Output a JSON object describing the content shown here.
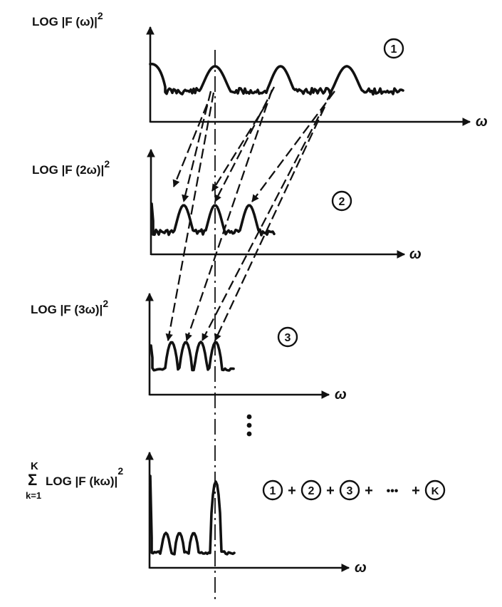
{
  "panels": [
    {
      "id": "p1",
      "ylabel": "LOG |F (ω)|",
      "ylabel_sup": "2",
      "xlabel": "ω",
      "badge": "1"
    },
    {
      "id": "p2",
      "ylabel": "LOG |F (2ω)|",
      "ylabel_sup": "2",
      "xlabel": "ω",
      "badge": "2"
    },
    {
      "id": "p3",
      "ylabel": "LOG |F (3ω)|",
      "ylabel_sup": "2",
      "xlabel": "ω",
      "badge": "3"
    },
    {
      "id": "p4",
      "ylabel_sum": "Σ",
      "ylabel_top": "K",
      "ylabel_bottom": "k=1",
      "ylabel": "LOG |F (kω)|",
      "ylabel_sup": "2",
      "xlabel": "ω"
    }
  ],
  "sum_formula": {
    "badges": [
      "1",
      "2",
      "3",
      "K"
    ],
    "plus": "+",
    "ellipsis": "•••"
  },
  "continuation_dots": "⋮"
}
